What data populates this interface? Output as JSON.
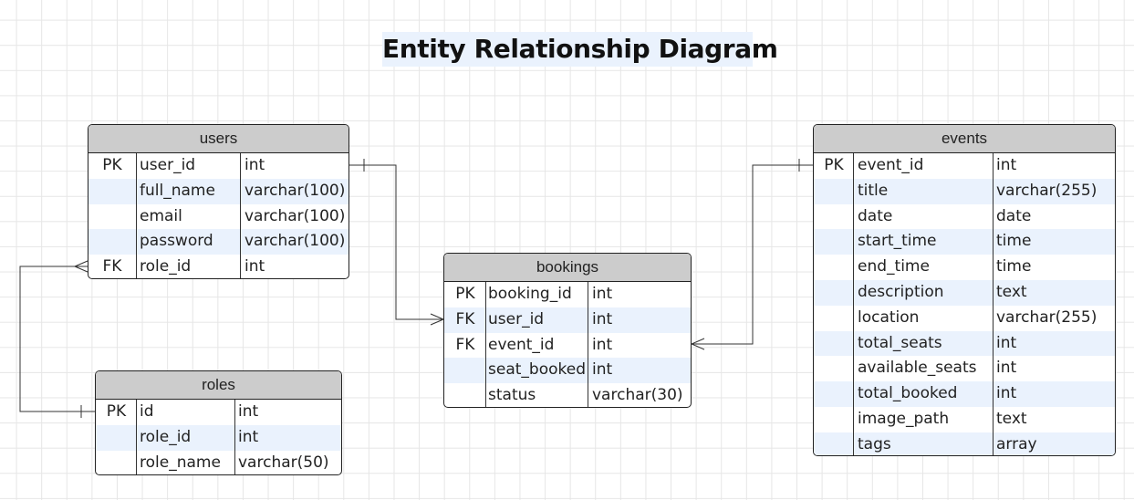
{
  "title": "Entity Relationship Diagram",
  "entities": {
    "users": {
      "name": "users",
      "rows": [
        {
          "key": "PK",
          "column": "user_id",
          "type": "int"
        },
        {
          "key": "",
          "column": "full_name",
          "type": "varchar(100)"
        },
        {
          "key": "",
          "column": "email",
          "type": "varchar(100)"
        },
        {
          "key": "",
          "column": "password",
          "type": "varchar(100)"
        },
        {
          "key": "FK",
          "column": "role_id",
          "type": "int"
        }
      ]
    },
    "roles": {
      "name": "roles",
      "rows": [
        {
          "key": "PK",
          "column": "id",
          "type": "int"
        },
        {
          "key": "",
          "column": "role_id",
          "type": "int"
        },
        {
          "key": "",
          "column": "role_name",
          "type": "varchar(50)"
        }
      ]
    },
    "bookings": {
      "name": "bookings",
      "rows": [
        {
          "key": "PK",
          "column": "booking_id",
          "type": "int"
        },
        {
          "key": "FK",
          "column": "user_id",
          "type": "int"
        },
        {
          "key": "FK",
          "column": "event_id",
          "type": "int"
        },
        {
          "key": "",
          "column": "seat_booked",
          "type": "int"
        },
        {
          "key": "",
          "column": "status",
          "type": "varchar(30)"
        }
      ]
    },
    "events": {
      "name": "events",
      "rows": [
        {
          "key": "PK",
          "column": "event_id",
          "type": "int"
        },
        {
          "key": "",
          "column": "title",
          "type": "varchar(255)"
        },
        {
          "key": "",
          "column": "date",
          "type": "date"
        },
        {
          "key": "",
          "column": "start_time",
          "type": "time"
        },
        {
          "key": "",
          "column": "end_time",
          "type": "time"
        },
        {
          "key": "",
          "column": "description",
          "type": "text"
        },
        {
          "key": "",
          "column": "location",
          "type": "varchar(255)"
        },
        {
          "key": "",
          "column": "total_seats",
          "type": "int"
        },
        {
          "key": "",
          "column": "available_seats",
          "type": "int"
        },
        {
          "key": "",
          "column": "total_booked",
          "type": "int"
        },
        {
          "key": "",
          "column": "image_path",
          "type": "text"
        },
        {
          "key": "",
          "column": "tags",
          "type": "array"
        }
      ]
    }
  },
  "relationships": [
    {
      "from": "users.user_id",
      "to": "bookings.user_id",
      "from_end": "one",
      "to_end": "many"
    },
    {
      "from": "events.event_id",
      "to": "bookings.event_id",
      "from_end": "one",
      "to_end": "many"
    },
    {
      "from": "roles.id",
      "to": "users.role_id",
      "from_end": "one",
      "to_end": "many"
    }
  ]
}
